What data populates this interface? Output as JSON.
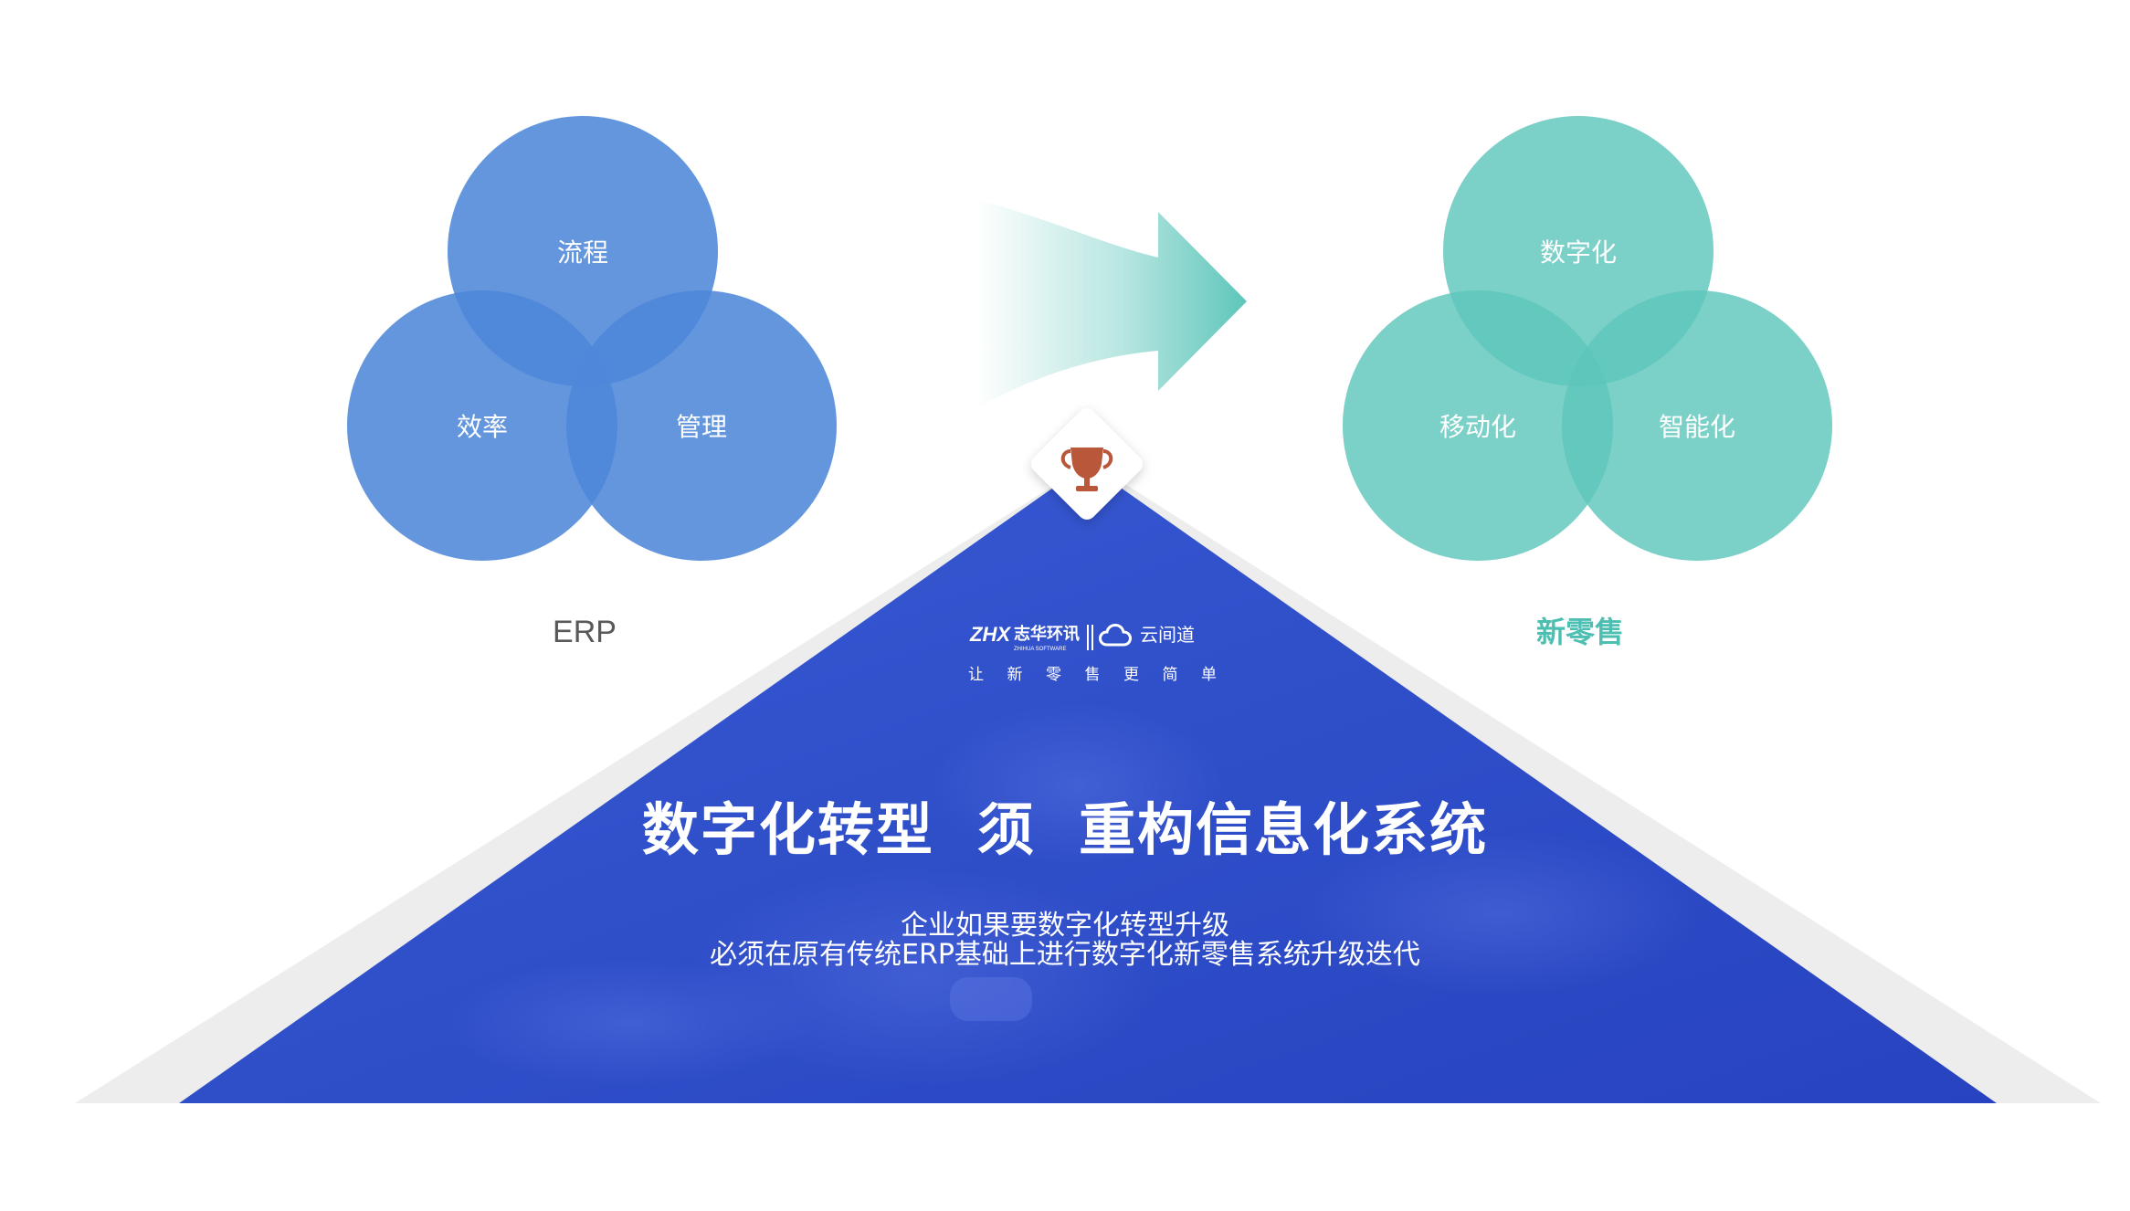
{
  "erp": {
    "label": "ERP",
    "circles": {
      "top": "流程",
      "left": "效率",
      "right": "管理"
    },
    "color": "#4f87d9",
    "label_color": "#595959"
  },
  "retail": {
    "label": "新零售",
    "circles": {
      "top": "数字化",
      "left": "移动化",
      "right": "智能化"
    },
    "color": "#5ec6bb",
    "label_color": "#4dbfb2"
  },
  "logo": {
    "brand_mark": "ZHX",
    "brand_name": "志华环讯",
    "brand_en": "ZHIHUA SOFTWARE",
    "partner_name": "云间道",
    "tagline_chars": [
      "让",
      "新",
      "零",
      "售",
      "更",
      "简",
      "单"
    ]
  },
  "main": {
    "headline": "数字化转型  须  重构信息化系统",
    "subline_1": "企业如果要数字化转型升级",
    "subline_2": "必须在原有传统ERP基础上进行数字化新零售系统升级迭代"
  },
  "icons": {
    "badge": "trophy-icon",
    "transition": "arrow-right-icon"
  },
  "colors": {
    "pyramid": "#2f4fc9",
    "pyramid_shadow": "#ededed",
    "trophy": "#b8573a",
    "arrow_tip": "#5ec6bb"
  }
}
